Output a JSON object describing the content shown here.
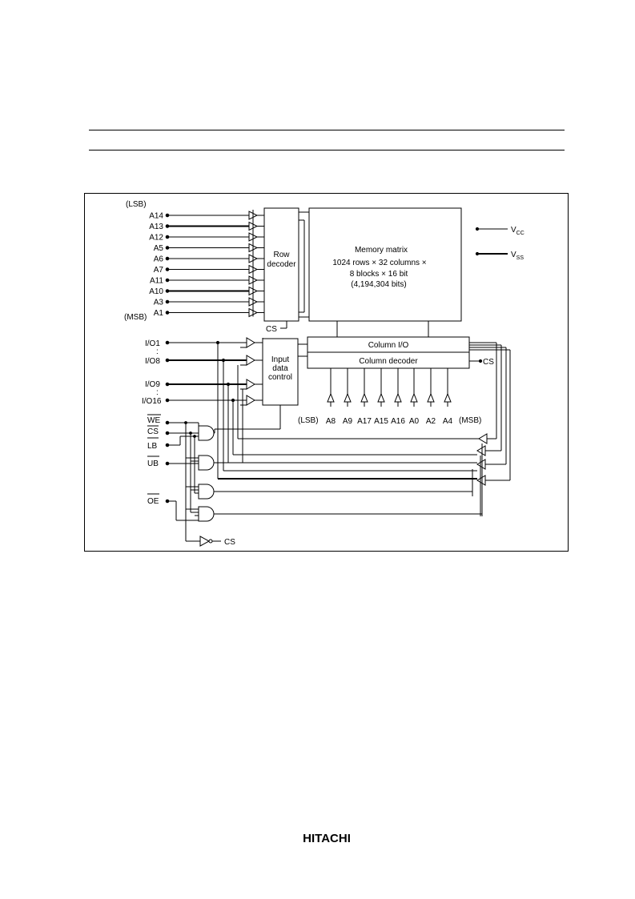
{
  "labels": {
    "lsb_top": "(LSB)",
    "msb_left": "(MSB)",
    "row_addresses": [
      "A14",
      "A13",
      "A12",
      "A5",
      "A6",
      "A7",
      "A11",
      "A10",
      "A3",
      "A1"
    ],
    "row_decoder": [
      "Row",
      "decoder"
    ],
    "memory_matrix": [
      "Memory matrix",
      "1024 rows × 32 columns ×",
      "8 blocks × 16 bit",
      "(4,194,304 bits)"
    ],
    "vcc": "V",
    "vcc_sub": "CC",
    "vss": "V",
    "vss_sub": "SS",
    "cs_row": "CS",
    "column_io": "Column I/O",
    "column_decoder": "Column decoder",
    "cs_col": "CS",
    "io_pins": [
      "I/O1",
      "I/O8",
      "I/O9",
      "I/O16"
    ],
    "io_dots": ":",
    "input_data_control": [
      "Input",
      "data",
      "control"
    ],
    "lsb_bottom": "(LSB)",
    "col_addresses": [
      "A8",
      "A9",
      "A17",
      "A15",
      "A16",
      "A0",
      "A2",
      "A4"
    ],
    "msb_bottom": "(MSB)",
    "control_pins": [
      "WE",
      "CS",
      "LB",
      "UB",
      "OE"
    ],
    "cs_out": "CS"
  },
  "footer": {
    "logo": "HITACHI"
  }
}
